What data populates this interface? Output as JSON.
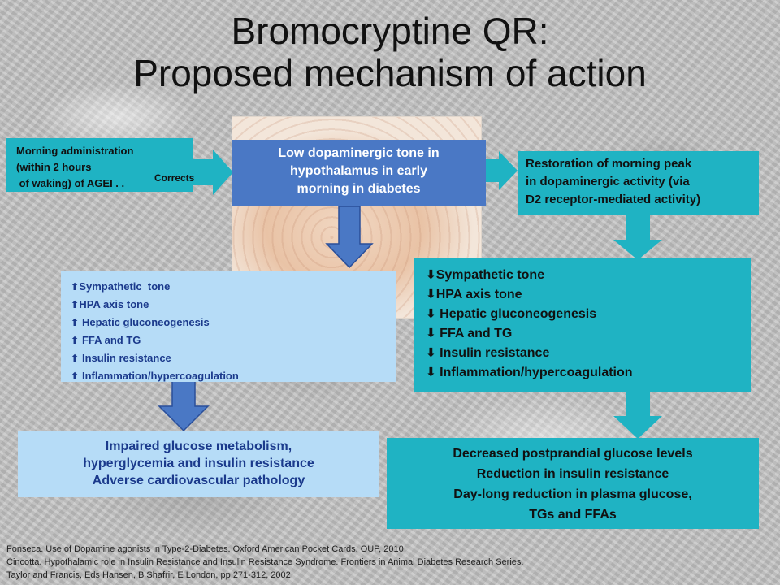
{
  "slide": {
    "title_line1": "Bromocryptine QR:",
    "title_line2": "Proposed mechanism of action"
  },
  "morning_box": {
    "lines": [
      "Morning administration",
      "(within 2 hours",
      " of waking) of AGEI . ."
    ],
    "corrects_label": "Corrects"
  },
  "low_tone_box": {
    "lines": [
      "Low dopaminergic tone in",
      "hypothalamus in early",
      "morning in diabetes"
    ]
  },
  "restoration_box": {
    "lines": [
      "Restoration of morning peak",
      "in dopaminergic activity (via",
      "D2 receptor-mediated activity)"
    ]
  },
  "increase_list": {
    "arrow_glyph": "⬆",
    "items": [
      "Sympathetic  tone",
      "HPA axis tone",
      " Hepatic gluconeogenesis",
      " FFA and TG",
      " Insulin resistance",
      " Inflammation/hypercoagulation"
    ]
  },
  "decrease_list": {
    "arrow_glyph": "⬇",
    "items": [
      "Sympathetic tone",
      "HPA axis tone",
      " Hepatic gluconeogenesis",
      " FFA and TG",
      " Insulin resistance",
      " Inflammation/hypercoagulation"
    ]
  },
  "impaired_box": {
    "lines": [
      "Impaired glucose metabolism,",
      "hyperglycemia and insulin resistance",
      "Adverse cardiovascular pathology"
    ]
  },
  "decreased_box": {
    "lines": [
      "Decreased postprandial glucose levels",
      "Reduction in insulin resistance",
      "Day-long reduction in plasma glucose,",
      "TGs and FFAs"
    ]
  },
  "references": [
    "Fonseca. Use of Dopamine agonists in Type-2-Diabetes.  Oxford American Pocket Cards.  OUP, 2010",
    "Cincotta.  Hypothalamic role in Insulin Resistance and Insulin Resistance Syndrome. Frontiers in Animal Diabetes Research Series.",
    "Taylor and Francis, Eds Hansen, B Shafrir, E London, pp 271-312, 2002"
  ],
  "colors": {
    "teal": "#1fb3c3",
    "blue": "#4a78c5",
    "light_blue": "#b6dcf7",
    "dark_blue_text": "#1b3a8c"
  }
}
